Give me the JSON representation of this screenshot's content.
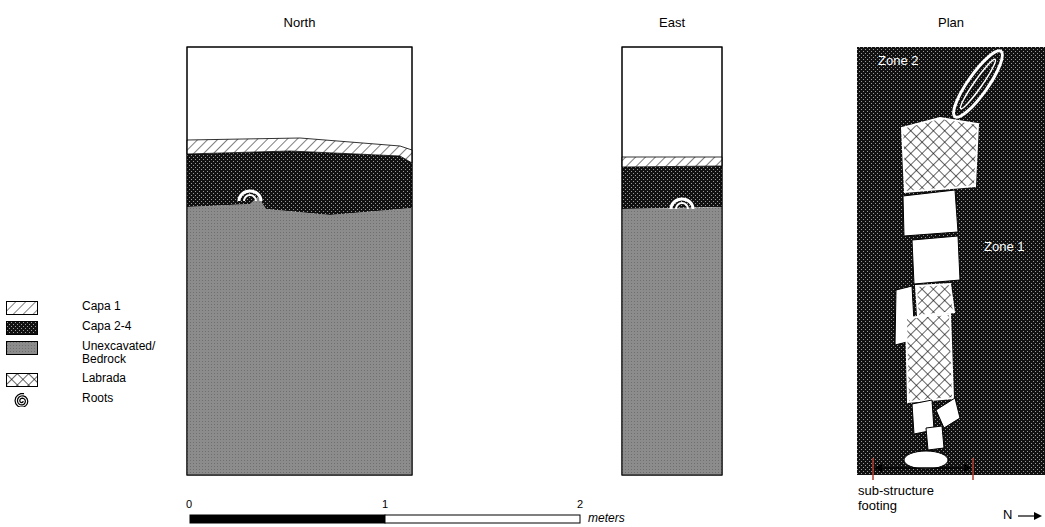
{
  "diagram": {
    "nodes": [
      {
        "text": [
          "North"
        ]
      },
      {
        "text": [
          "East"
        ]
      },
      {
        "text": [
          "Plan"
        ]
      }
    ],
    "labels": [
      "Zone 2",
      "Zone 1",
      "sub-structure footing",
      "N",
      "0",
      "1",
      "2",
      "meters"
    ],
    "legend": [
      {
        "text": "Capa 1"
      },
      {
        "text": "Capa 2-4"
      },
      {
        "text": "Unexcavated/ Bedrock"
      },
      {
        "text": "Labrada"
      },
      {
        "text": "Roots"
      }
    ]
  }
}
